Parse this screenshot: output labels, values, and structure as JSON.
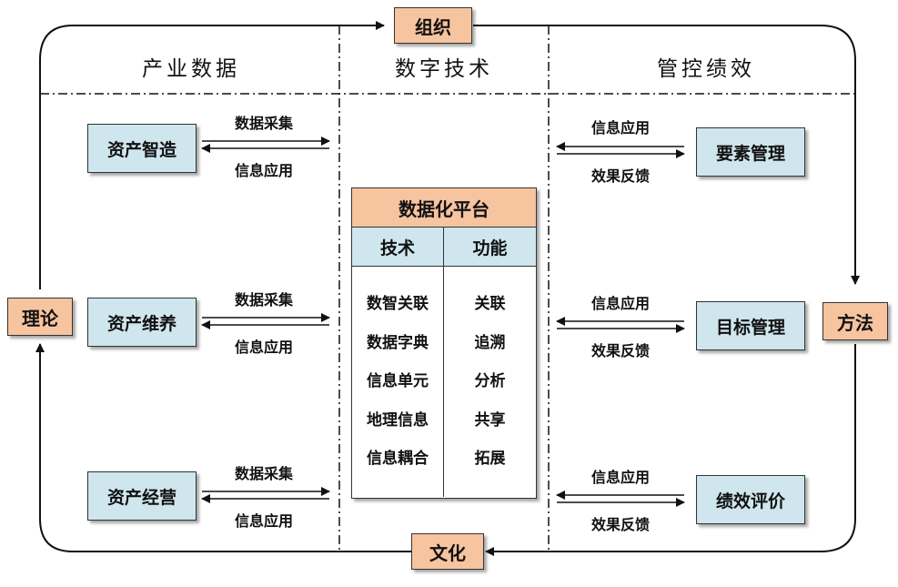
{
  "headers": {
    "industry": "产业数据",
    "digital": "数字技术",
    "control": "管控绩效"
  },
  "cycle": {
    "top": "组织",
    "right": "方法",
    "bottom": "文化",
    "left": "理论"
  },
  "left_boxes": [
    "资产智造",
    "资产维养",
    "资产经营"
  ],
  "left_labels": {
    "collect": "数据采集",
    "apply": "信息应用"
  },
  "right_boxes": [
    "要素管理",
    "目标管理",
    "绩效评价"
  ],
  "right_labels": {
    "apply": "信息应用",
    "feedback": "效果反馈"
  },
  "platform": {
    "title": "数据化平台",
    "col_tech": "技术",
    "col_func": "功能",
    "tech": [
      "数智关联",
      "数据字典",
      "信息单元",
      "地理信息",
      "信息耦合"
    ],
    "func": [
      "关联",
      "追溯",
      "分析",
      "共享",
      "拓展"
    ]
  }
}
